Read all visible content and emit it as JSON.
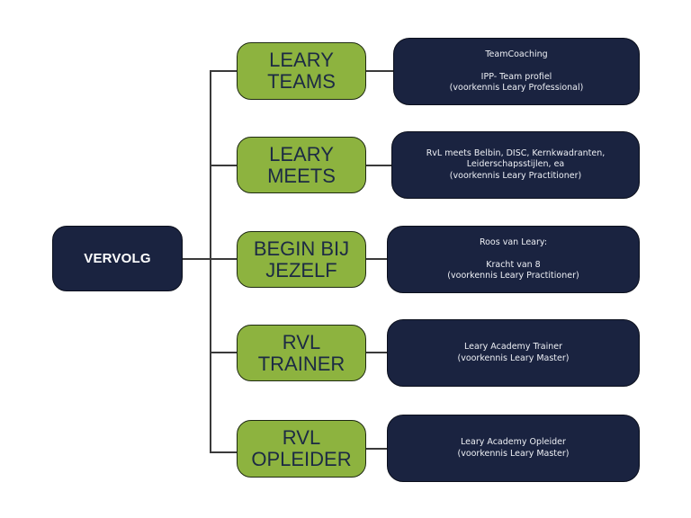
{
  "diagram": {
    "root": {
      "label": "VERVOLG"
    },
    "branches": [
      {
        "title_lines": [
          "LEARY",
          "TEAMS"
        ],
        "detail": "TeamCoaching\n\nIPP- Team profiel\n(voorkennis Leary Professional)"
      },
      {
        "title_lines": [
          "LEARY",
          "MEETS"
        ],
        "detail": "RvL meets Belbin, DISC, Kernkwadranten,\nLeiderschapsstijlen, ea\n(voorkennis Leary Practitioner)"
      },
      {
        "title_lines": [
          "BEGIN BIJ",
          "JEZELF"
        ],
        "detail": "Roos van Leary:\n\nKracht van 8\n(voorkennis Leary Practitioner)"
      },
      {
        "title_lines": [
          "RVL",
          "TRAINER"
        ],
        "detail": "Leary Academy Trainer\n(voorkennis Leary Master)"
      },
      {
        "title_lines": [
          "RVL",
          "OPLEIDER"
        ],
        "detail": "Leary Academy Opleider\n(voorkennis Leary Master)"
      }
    ]
  },
  "colors": {
    "navy": "#1a2340",
    "green": "#8db33f",
    "green_text": "#1c2a44",
    "connector": "#3a3a3a"
  }
}
